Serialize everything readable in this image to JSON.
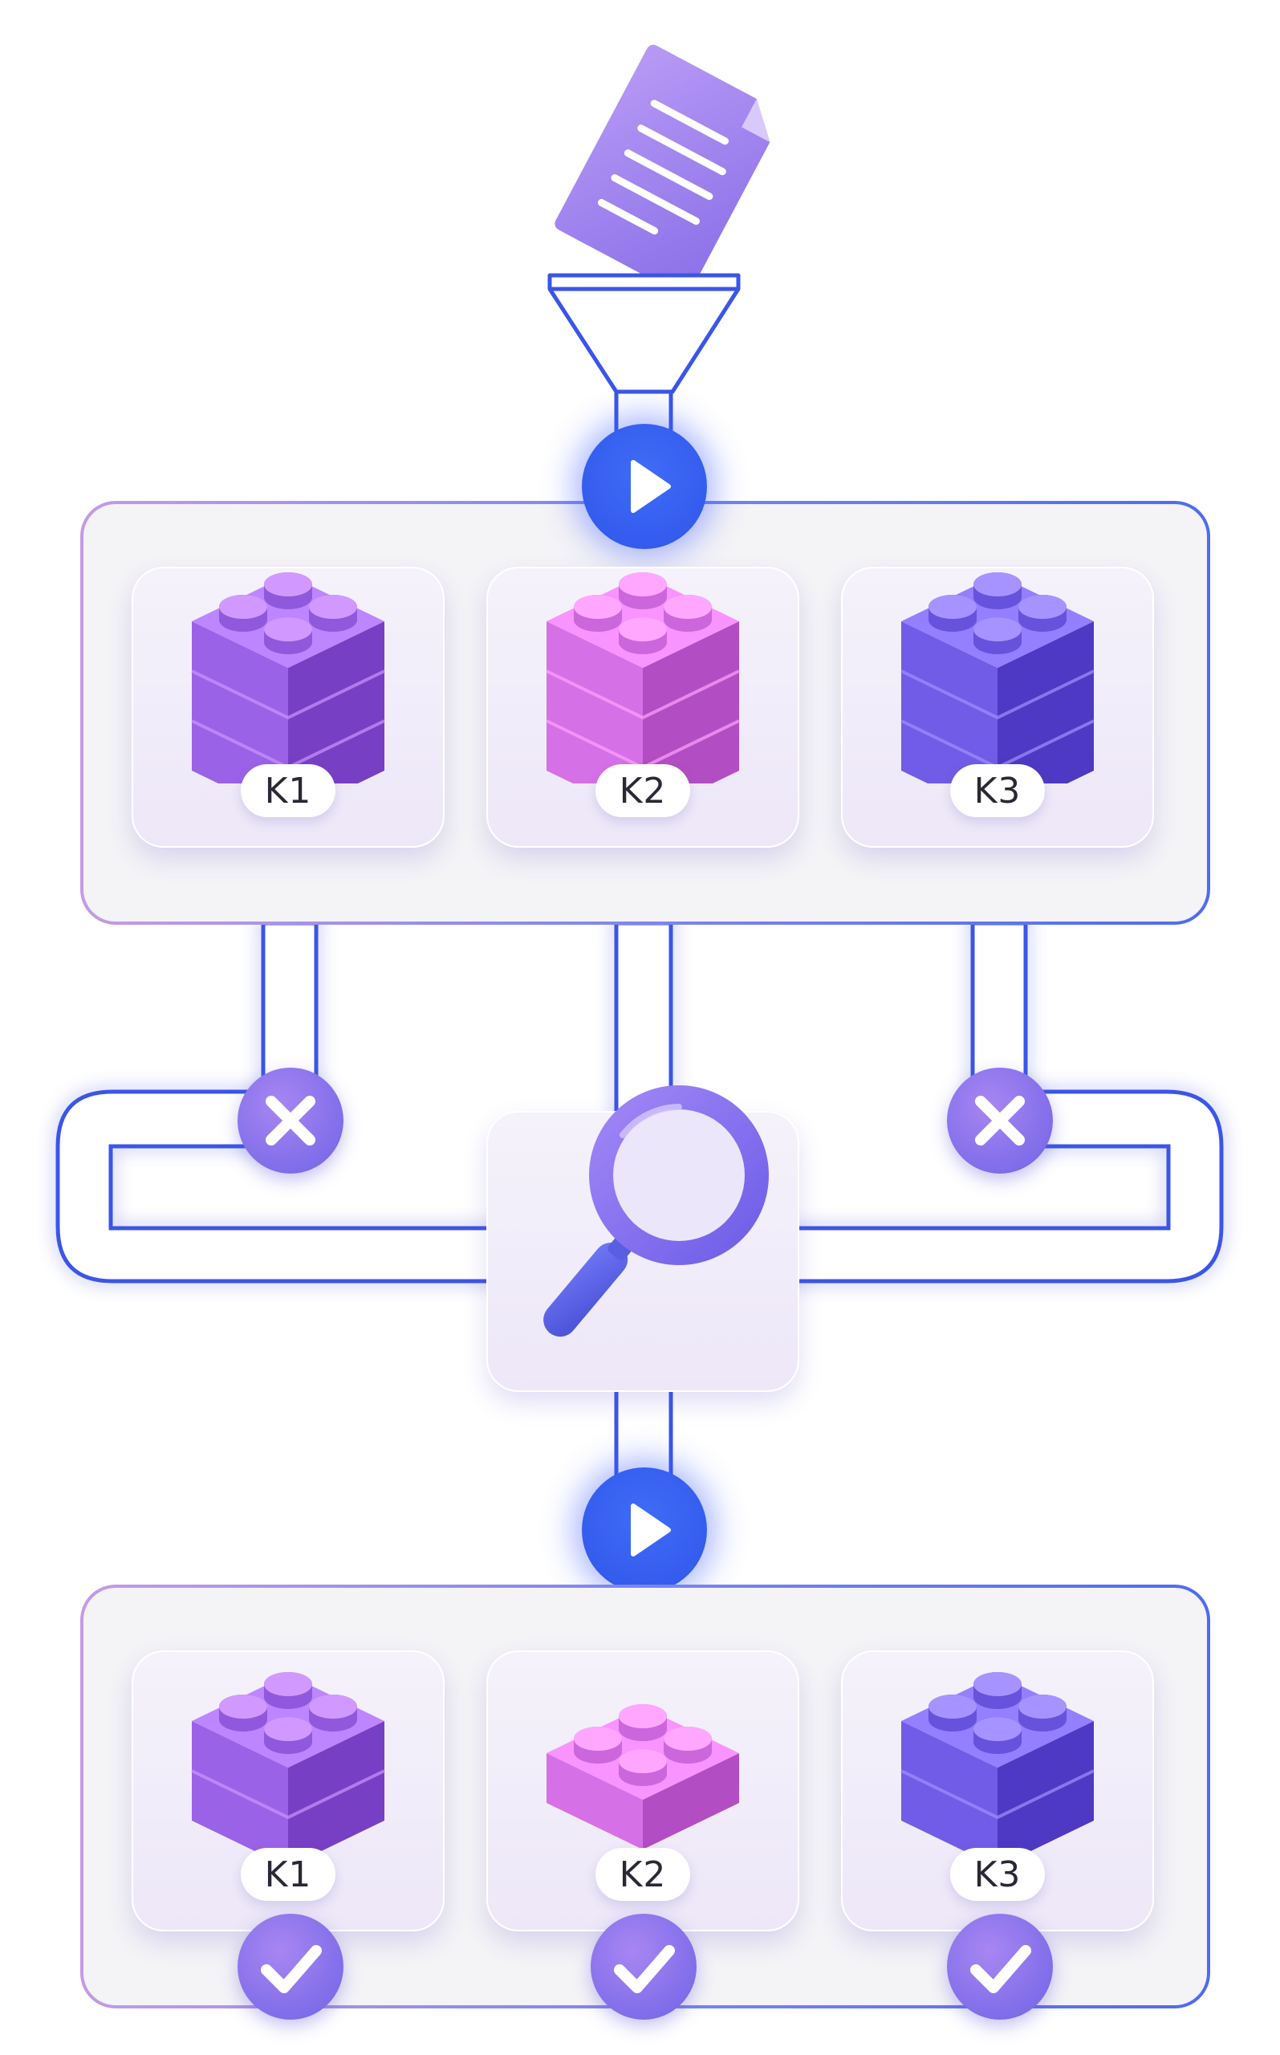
{
  "stage1": {
    "blocks": [
      {
        "label": "K1",
        "color": "#a46cf0"
      },
      {
        "label": "K2",
        "color": "#e07af0"
      },
      {
        "label": "K3",
        "color": "#7a66f0"
      }
    ]
  },
  "stage2": {
    "blocks": [
      {
        "label": "K1",
        "color": "#a46cf0"
      },
      {
        "label": "K2",
        "color": "#e07af0"
      },
      {
        "label": "K3",
        "color": "#7a66f0"
      }
    ]
  },
  "icons": {
    "document": "document-icon",
    "funnel": "funnel-icon",
    "play": "play-icon",
    "reject": "close-icon",
    "search": "magnifier-icon",
    "check": "check-icon"
  },
  "colors": {
    "accent": "#3a60f0",
    "pipe": "#3a55e8",
    "badge": "#7f6be8"
  }
}
